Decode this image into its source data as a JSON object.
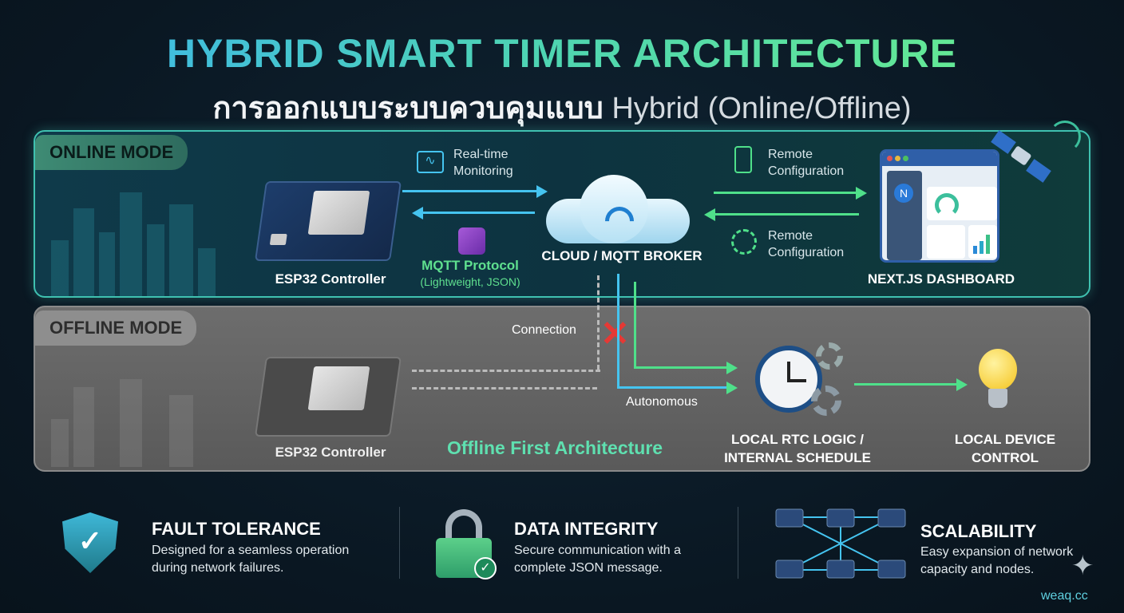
{
  "header": {
    "title": "HYBRID SMART TIMER ARCHITECTURE",
    "subtitle_thai": "การออกแบบระบบควบคุมแบบ",
    "subtitle_en": "Hybrid (Online/Offline)"
  },
  "online": {
    "mode_label": "ONLINE MODE",
    "esp32_label": "ESP32 Controller",
    "monitoring_label": "Real-time\nMonitoring",
    "mqtt_label": "MQTT Protocol",
    "mqtt_sub": "(Lightweight, JSON)",
    "cloud_label": "CLOUD / MQTT BROKER",
    "remote_config_1": "Remote\nConfiguration",
    "remote_config_2": "Remote\nConfiguration",
    "dashboard_label": "NEXT.JS DASHBOARD",
    "dashboard_logo": "N"
  },
  "offline": {
    "mode_label": "OFFLINE MODE",
    "esp32_label": "ESP32 Controller",
    "connection_label": "Connection",
    "autonomous_label": "Autonomous",
    "architecture_label": "Offline First Architecture",
    "rtc_label": "LOCAL RTC LOGIC /\nINTERNAL SCHEDULE",
    "device_label": "LOCAL DEVICE\nCONTROL"
  },
  "features": [
    {
      "title": "FAULT TOLERANCE",
      "desc": "Designed for a seamless operation during network failures.",
      "icon": "shield-check-icon"
    },
    {
      "title": "DATA INTEGRITY",
      "desc": "Secure communication with a complete JSON message.",
      "icon": "lock-icon"
    },
    {
      "title": "SCALABILITY",
      "desc": "Easy expansion of network capacity and nodes.",
      "icon": "network-nodes-icon"
    }
  ],
  "watermark": "weaq.cc",
  "colors": {
    "online": "#3fc1b0",
    "arrow_blue": "#45c4f0",
    "arrow_green": "#4fe08a",
    "error": "#e53935",
    "offline": "#6a6a6a"
  }
}
